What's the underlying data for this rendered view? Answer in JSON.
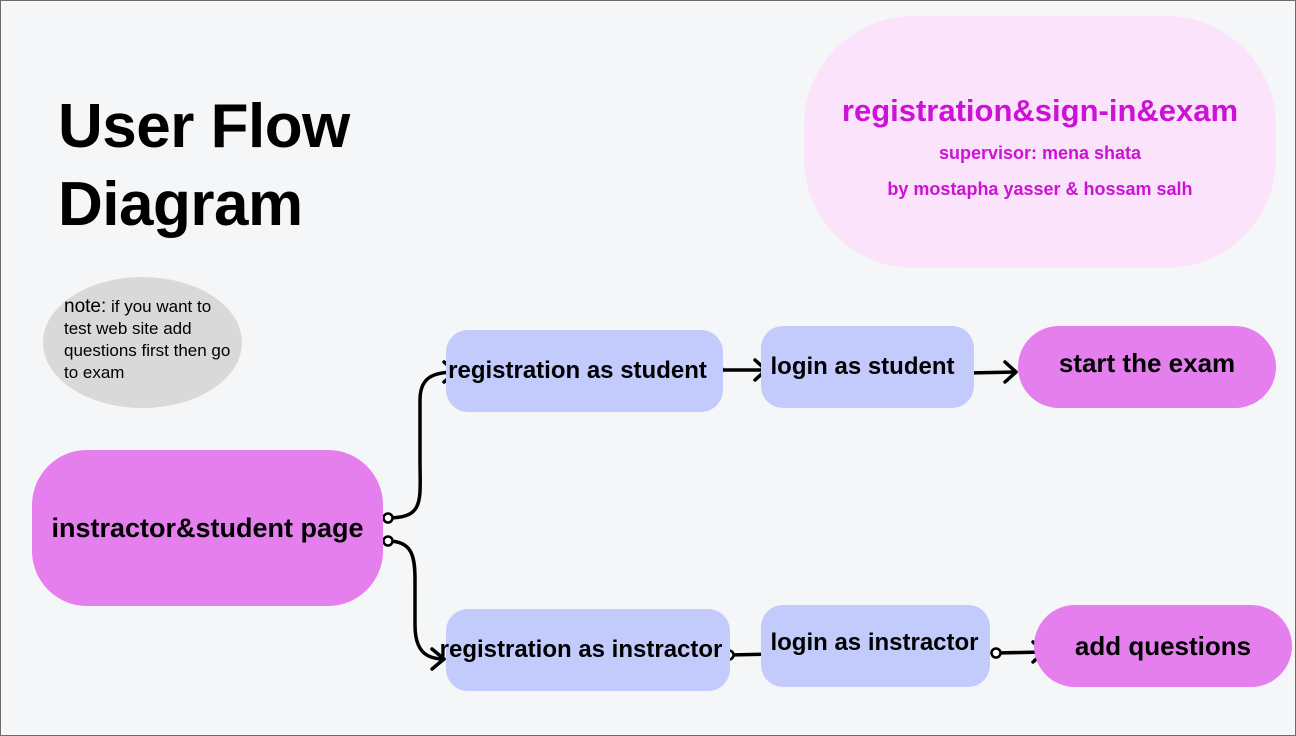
{
  "title": {
    "line1": "User Flow",
    "line2": "Diagram"
  },
  "header": {
    "title": "registration&sign-in&exam",
    "supervisor": "supervisor: mena shata",
    "authors": "by mostapha yasser & hossam salh",
    "color": "#cc12d4",
    "background": "#fbe3fb"
  },
  "note": {
    "label": "note:",
    "text": " if you want to test web site add questions first then go to exam"
  },
  "nodes": {
    "root": "instractor&student page",
    "register_student": "registration as student",
    "login_student": "login as student",
    "start_exam": "start the exam",
    "register_instructor": "registration as instractor",
    "login_instructor": "login as instractor",
    "add_questions": "add questions"
  },
  "colors": {
    "pink_node": "#e57fee",
    "blue_node": "#c2cbfb",
    "note": "#d9d9d9"
  }
}
